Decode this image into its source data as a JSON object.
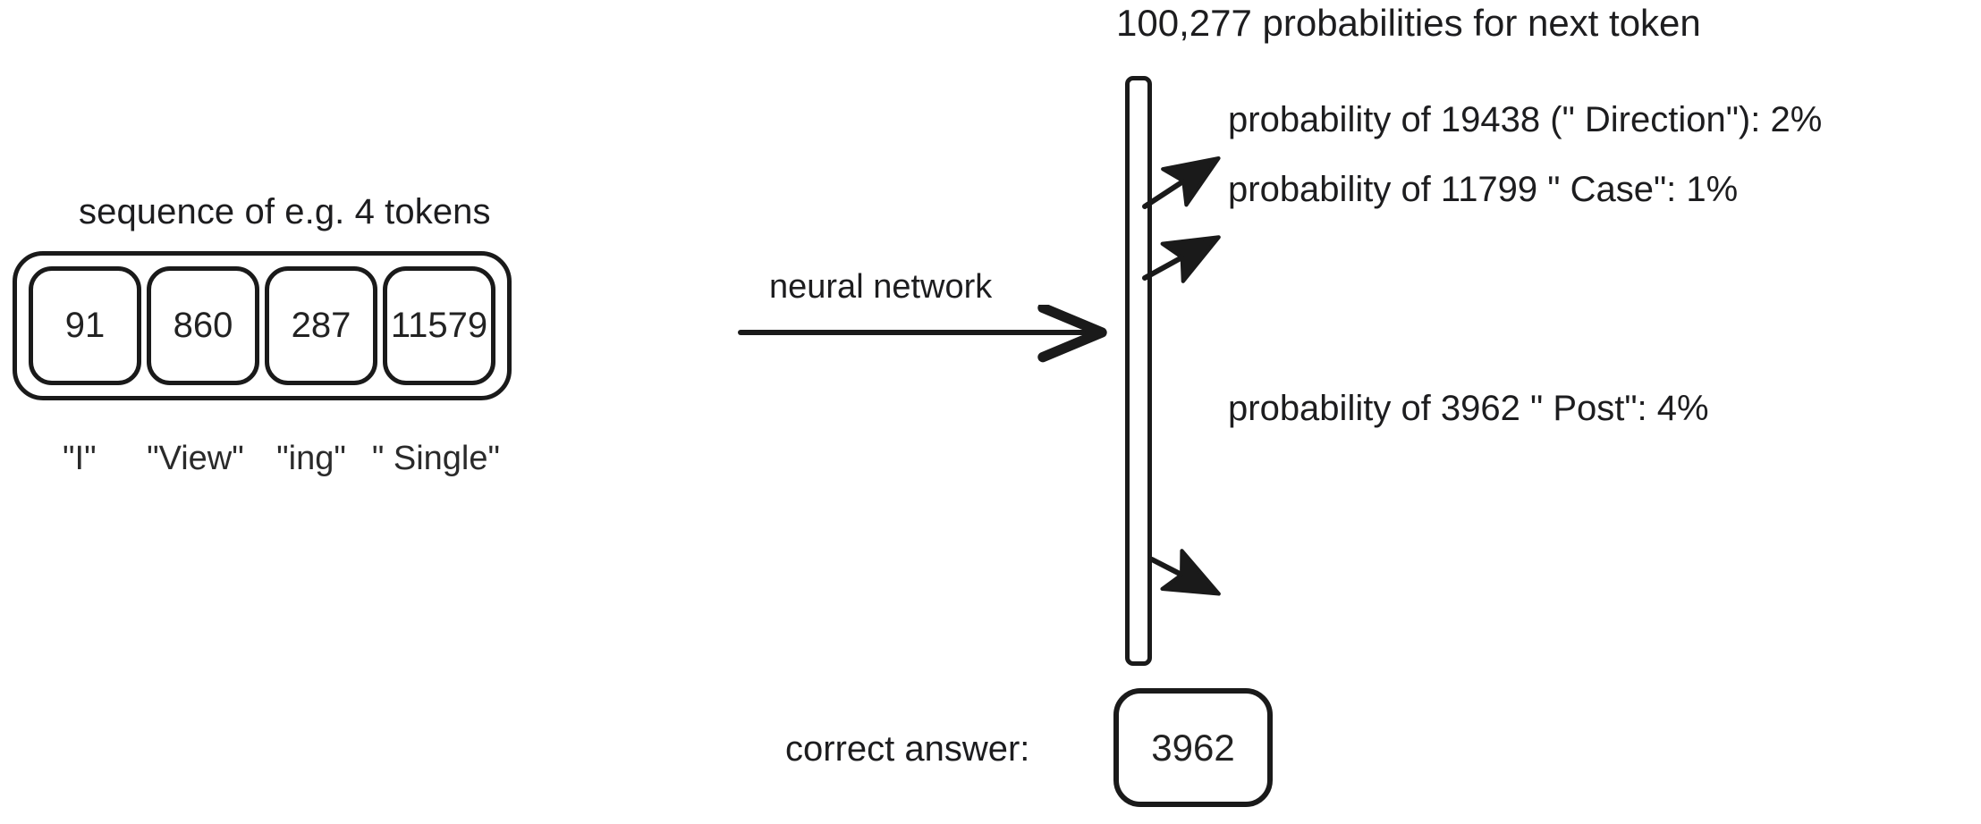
{
  "diagram": {
    "background_color": "#ffffff",
    "stroke_color": "#1a1a1a",
    "text_color": "#1d1d1f"
  },
  "input": {
    "caption": "sequence of e.g. 4 tokens",
    "tokens": [
      {
        "id": "91",
        "text": "\"I\""
      },
      {
        "id": "860",
        "text": "\"View\""
      },
      {
        "id": "287",
        "text": "\"ing\""
      },
      {
        "id": "11579",
        "text": "\" Single\""
      }
    ]
  },
  "transform": {
    "label": "neural network"
  },
  "output": {
    "title": "100,277 probabilities for next token",
    "vocab_size": "100,277",
    "probabilities": [
      {
        "label": "probability of 19438 (\" Direction\"): 2%",
        "token_id": "19438",
        "token_text": "\" Direction\"",
        "percent": "2%"
      },
      {
        "label": "probability of 11799 \" Case\": 1%",
        "token_id": "11799",
        "token_text": "\" Case\"",
        "percent": "1%"
      },
      {
        "label": "probability of 3962 \" Post\": 4%",
        "token_id": "3962",
        "token_text": "\" Post\"",
        "percent": "4%"
      }
    ]
  },
  "target": {
    "label": "correct answer:",
    "value": "3962"
  }
}
